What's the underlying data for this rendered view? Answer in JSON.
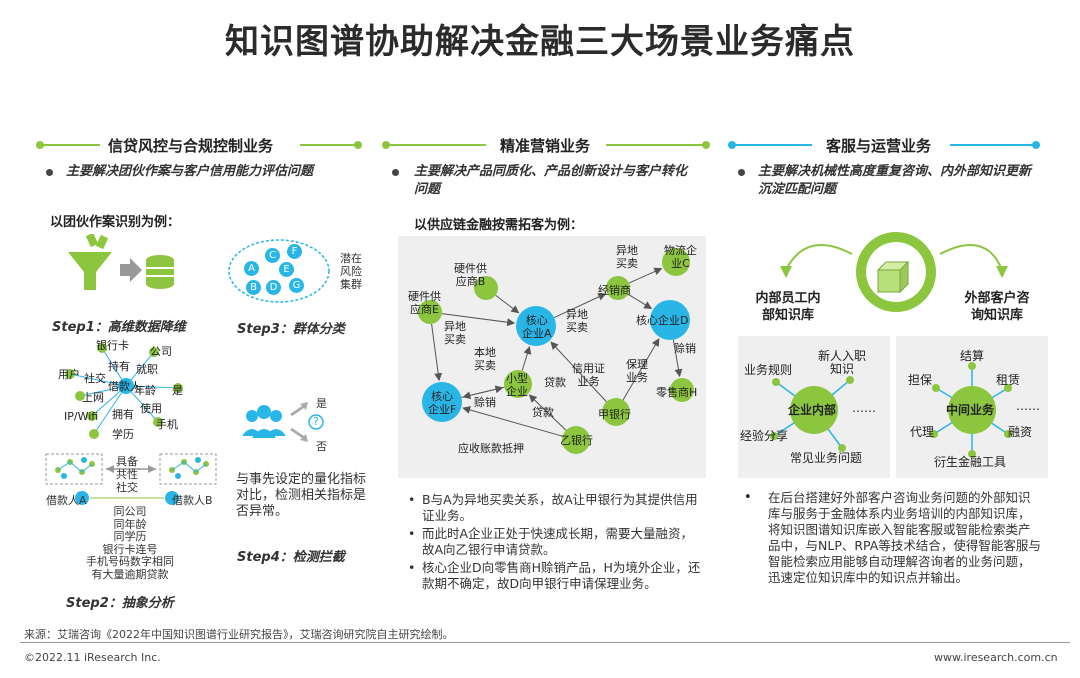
{
  "title": "知识图谱协助解决金融三大场景业务痛点",
  "colors": {
    "green": "#8cc63f",
    "blue": "#29b6e6",
    "line": "#8cc63f",
    "blue_line": "#29b6e6"
  },
  "col1": {
    "heading": "信贷风控与合规控制业务",
    "bullet": "主要解决团伙作案与客户信用能力评估问题",
    "example": "以团伙作案识别为例：",
    "step1": "Step1：高维数据降维",
    "step2": "Step2：抽象分析",
    "step3": "Step3：群体分类",
    "step4": "Step4：检测拦截",
    "cluster_letters": [
      "A",
      "B",
      "C",
      "D",
      "E",
      "F",
      "G"
    ],
    "cluster_label": "潜在\n风险\n集群",
    "star_center": "借款人",
    "star_nodes": [
      "银行卡",
      "公司",
      "持有",
      "就职",
      "用户",
      "社交",
      "是",
      "年龄",
      "上网",
      "使用",
      "IP/Wifi",
      "拥有",
      "手机",
      "学历"
    ],
    "compare_mid": [
      "具备",
      "共性",
      "社交"
    ],
    "borrower_a": "借款人A",
    "borrower_b": "借款人B",
    "common_traits": [
      "同公司",
      "同年龄",
      "同学历",
      "银行卡连号",
      "手机号码数字相同",
      "有大量逾期贷款"
    ],
    "detect_yes": "是",
    "detect_no": "否",
    "detect_q": "?",
    "detect_text": "与事先设定的量化指标对比，检测相关指标是否异常。"
  },
  "col2": {
    "heading": "精准营销业务",
    "bullet": "主要解决产品同质化、产品创新设计与客户转化问题",
    "example": "以供应链金融按需拓客为例：",
    "nodes": {
      "hardware_b": "硬件供\n应商B",
      "hardware_e": "硬件供\n应商E",
      "core_a": "核心\n企业A",
      "core_d": "核心企业D",
      "core_f": "核心\n企业F",
      "small": "小型\n企业",
      "logistics": "物流企\n业C",
      "manager": "经销商",
      "retailer": "零售商H",
      "bank_a": "甲银行",
      "bank_b": "乙银行"
    },
    "edges": {
      "e1": "异地\n买卖",
      "e2": "异地\n买卖",
      "e3": "异地\n买卖",
      "e4": "本地\n买卖",
      "e5": "信用证\n业务",
      "e6": "保理\n业务",
      "e7": "赊销",
      "e8": "赊销",
      "e9": "贷款",
      "e10": "贷款",
      "e11": "应收账款抵押"
    },
    "points": [
      "B与A为异地买卖关系，故A让甲银行为其提供信用证业务。",
      "而此时A企业正处于快速成长期，需要大量融资，故A向乙银行申请贷款。",
      "核心企业D向零售商H赊销产品，H为境外企业，还款期不确定，故D向甲银行申请保理业务。"
    ]
  },
  "col3": {
    "heading": "客服与运营业务",
    "bullet": "主要解决机械性高度重复咨询、内外部知识更新沉淀匹配问题",
    "internal_title": "内部员工内\n部知识库",
    "external_title": "外部客户咨\n询知识库",
    "internal_center": "企业内部",
    "internal_items": [
      "业务规则",
      "新人入职\n知识",
      "经验分享",
      "常见业务问题",
      "……"
    ],
    "external_center": "中间业务",
    "external_items": [
      "结算",
      "担保",
      "租赁",
      "代理",
      "融资",
      "衍生金融工具",
      "……"
    ],
    "point": "在后台搭建好外部客户咨询业务问题的外部知识库与服务于金融体系内业务培训的内部知识库，将知识图谱知识库嵌入智能客服或智能检索类产品中，与NLP、RPA等技术结合，使得智能客服与智能检索应用能够自动理解咨询者的业务问题，迅速定位知识库中的知识点并输出。"
  },
  "source": "来源：艾瑞咨询《2022年中国知识图谱行业研究报告》，艾瑞咨询研究院自主研究绘制。",
  "copyright": "©2022.11 iResearch Inc.",
  "website": "www.iresearch.com.cn"
}
